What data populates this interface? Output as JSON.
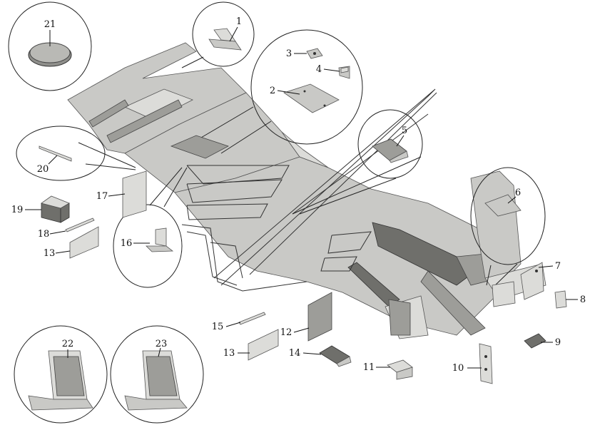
{
  "diagram": {
    "part_labels": [
      "1",
      "2",
      "3",
      "4",
      "5",
      "6",
      "7",
      "8",
      "9",
      "10",
      "11",
      "12",
      "13",
      "14",
      "15",
      "16",
      "17",
      "18",
      "19",
      "20",
      "21",
      "22",
      "23"
    ],
    "colors": {
      "panel": "#c9c9c6",
      "panel_light": "#dcdcd9",
      "panel_dark": "#9d9d99",
      "panel_black": "#3a3a38",
      "line": "#222222"
    }
  }
}
